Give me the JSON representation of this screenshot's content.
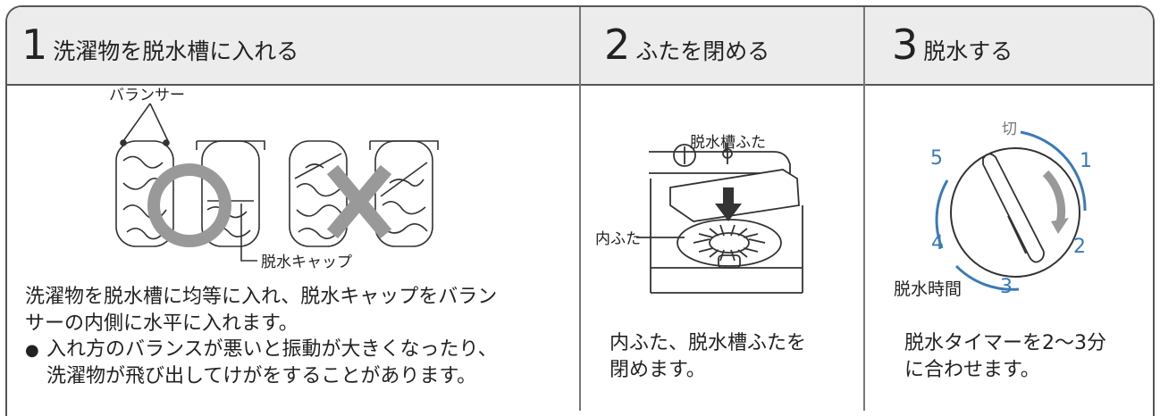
{
  "steps": [
    {
      "number": "1",
      "title": "洗濯物を脱水槽に入れる"
    },
    {
      "number": "2",
      "title": "ふたを閉める"
    },
    {
      "number": "3",
      "title": "脱水する"
    }
  ],
  "step1": {
    "balancer_label": "バランサー",
    "cap_label": "脱水キャップ",
    "instruction_lines": [
      "洗濯物を脱水槽に均等に入れ、脱水キャップをバラン",
      "サーの内側に水平に入れます。"
    ],
    "note_bullet": "●",
    "note_lines": [
      "入れ方のバランスが悪いと振動が大きくなったり、",
      "洗濯物が飛び出してけがをすることがあります。"
    ]
  },
  "step2": {
    "lid_label": "脱水槽ふた",
    "inner_lid_label": "内ふた",
    "instruction_lines": [
      "内ふた、脱水槽ふたを",
      "閉めます。"
    ]
  },
  "step3": {
    "dial_labels": {
      "off": "切",
      "n1": "1",
      "n2": "2",
      "n3": "3",
      "n4": "4",
      "n5": "5"
    },
    "timer_label": "脱水時間",
    "instruction_lines": [
      "脱水タイマーを2〜3分",
      "に合わせます。"
    ]
  },
  "colors": {
    "header_bg": "#ececec",
    "dial_blue": "#3a7ab8",
    "symbol_gray": "#999999"
  }
}
